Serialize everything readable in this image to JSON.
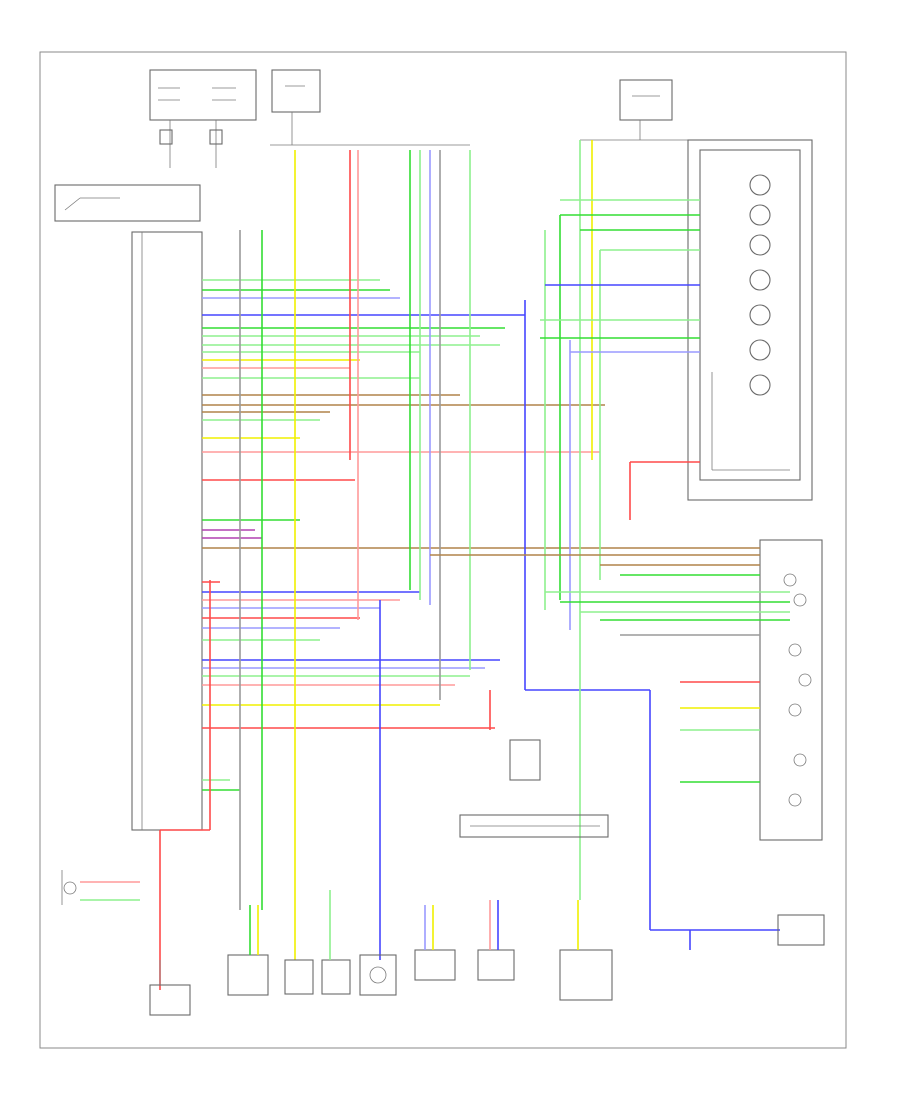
{
  "diagram": {
    "components": [
      {
        "id": "fuse-box-left",
        "label": ""
      },
      {
        "id": "fuse-box-center",
        "label": ""
      },
      {
        "id": "fuse-box-right",
        "label": ""
      },
      {
        "id": "ecm-connector",
        "label": ""
      },
      {
        "id": "pcm-connector",
        "label": ""
      },
      {
        "id": "instrument-cluster",
        "label": ""
      },
      {
        "id": "shift-position-switch",
        "label": ""
      },
      {
        "id": "lower-sensor-1",
        "label": ""
      },
      {
        "id": "lower-sensor-2",
        "label": ""
      },
      {
        "id": "lower-sensor-3",
        "label": ""
      },
      {
        "id": "lower-sensor-4",
        "label": ""
      },
      {
        "id": "lower-sensor-5",
        "label": ""
      },
      {
        "id": "lower-sensor-6",
        "label": ""
      },
      {
        "id": "lower-sensor-7",
        "label": ""
      },
      {
        "id": "lower-sensor-8",
        "label": ""
      },
      {
        "id": "lower-right-module",
        "label": ""
      }
    ],
    "wire_colors": {
      "red": "#ff4a4a",
      "pink": "#ff9a9a",
      "green": "#33dd33",
      "light_green": "#8ef08e",
      "blue": "#4646ff",
      "light_blue": "#9a9aff",
      "yellow": "#f0f000",
      "brown": "#b0844a",
      "purple": "#b040b0",
      "gray": "#9a9a9a",
      "black": "#333333"
    }
  }
}
